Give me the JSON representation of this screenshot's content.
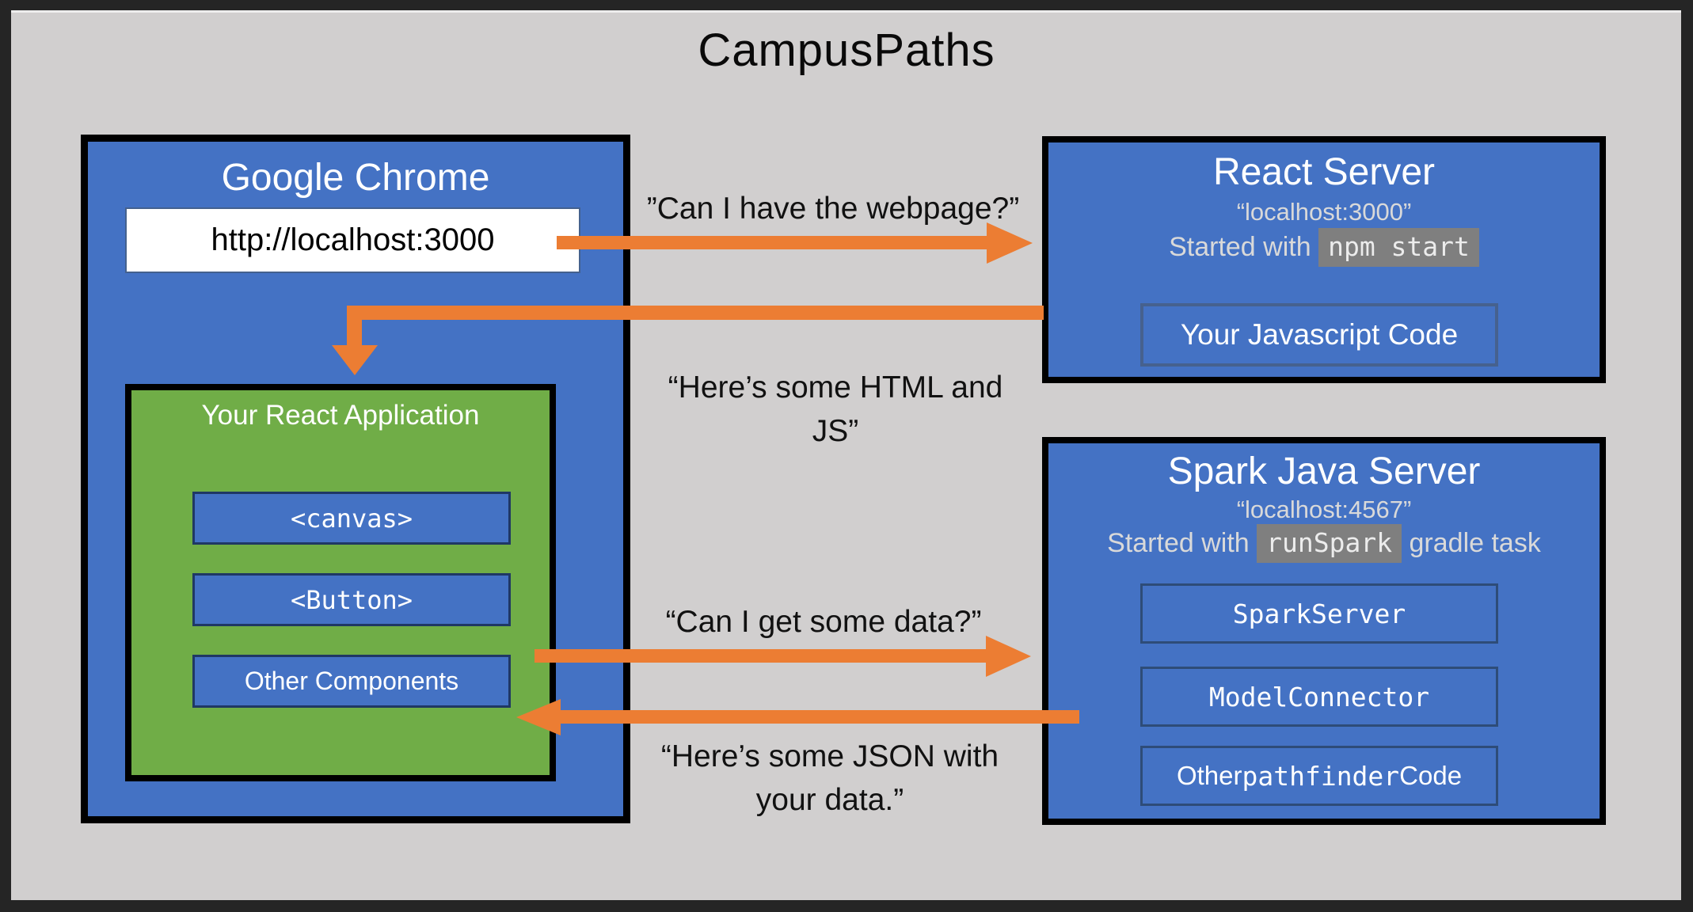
{
  "title": "CampusPaths",
  "colors": {
    "box_blue": "#4472C4",
    "app_green": "#70AD47",
    "arrow_orange": "#EC7D33",
    "slide_bg": "#D1CFCF",
    "frame_bg": "#252525",
    "muted_text": "#D9D9D9",
    "code_highlight_bg": "#7F7F7F"
  },
  "chrome_box": {
    "title": "Google Chrome",
    "url": "http://localhost:3000",
    "react_app": {
      "title": "Your React Application",
      "components": [
        "<canvas>",
        "<Button>",
        "Other Components"
      ]
    }
  },
  "react_server": {
    "title": "React Server",
    "host": "“localhost:3000”",
    "started_prefix": "Started with ",
    "started_command": "npm start",
    "code_box": "Your Javascript Code"
  },
  "spark_server": {
    "title": "Spark Java Server",
    "host": "“localhost:4567”",
    "started_prefix": "Started with ",
    "started_command": "runSpark",
    "started_suffix": " gradle task",
    "spark_server_box": "SparkServer",
    "model_connector_box": "ModelConnector",
    "other_box_prefix": "Other ",
    "other_box_code": "pathfinder",
    "other_box_suffix": " Code"
  },
  "messages": {
    "request_webpage": "”Can I have the webpage?”",
    "response_html_line1": "“Here’s some HTML and",
    "response_html_line2": "JS”",
    "request_data": "“Can I get some data?”",
    "response_json_line1": "“Here’s some JSON with",
    "response_json_line2": "your data.”"
  }
}
